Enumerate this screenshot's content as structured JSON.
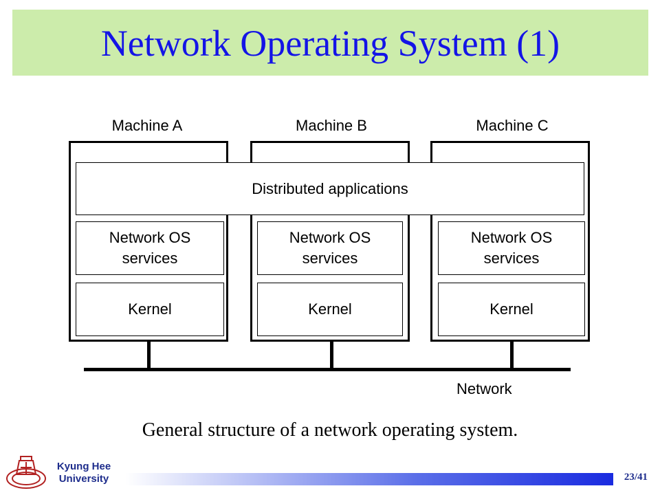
{
  "slide": {
    "title": "Network Operating System (1)",
    "caption": "General structure of a network operating system.",
    "page": "23/41",
    "institution": [
      "Kyung Hee",
      "University"
    ]
  },
  "diagram": {
    "machines": [
      {
        "label": "Machine A",
        "services": [
          "Network OS",
          "services"
        ],
        "kernel": "Kernel"
      },
      {
        "label": "Machine B",
        "services": [
          "Network OS",
          "services"
        ],
        "kernel": "Kernel"
      },
      {
        "label": "Machine C",
        "services": [
          "Network OS",
          "services"
        ],
        "kernel": "Kernel"
      }
    ],
    "distributed_layer": "Distributed applications",
    "network_label": "Network"
  },
  "colors": {
    "title_bg": "#ccecab",
    "title_text": "#1414e6",
    "footer_accent": "#1a2be0",
    "logo": "#b22222"
  }
}
